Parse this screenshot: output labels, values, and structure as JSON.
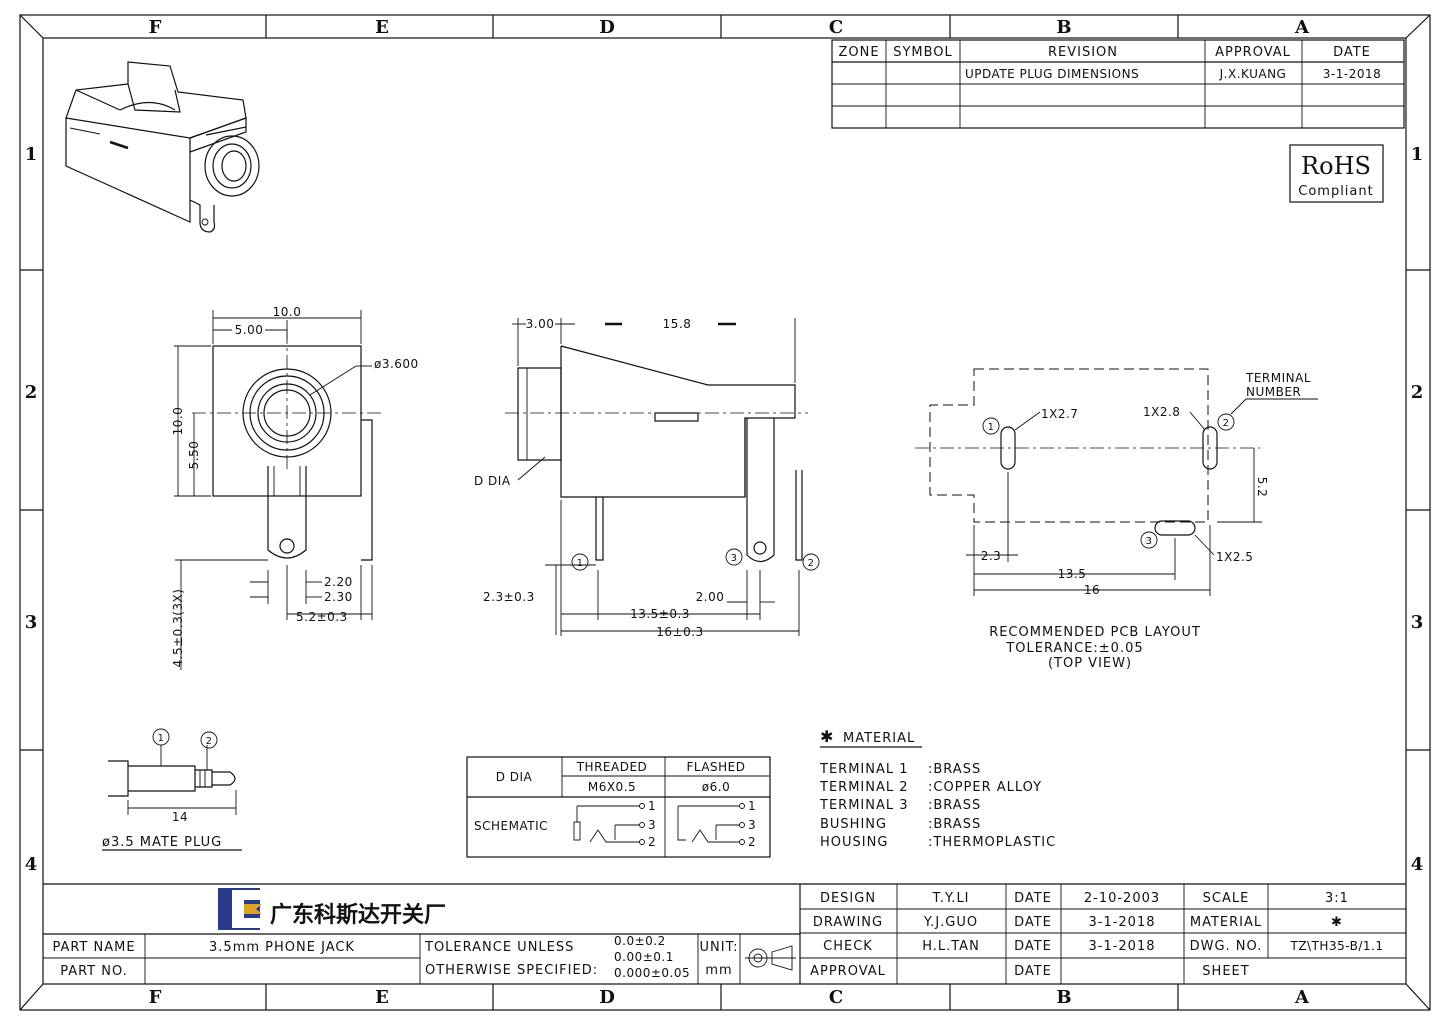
{
  "zones": {
    "columns": [
      "F",
      "E",
      "D",
      "C",
      "B",
      "A"
    ],
    "rows": [
      "1",
      "2",
      "3",
      "4"
    ]
  },
  "revision_table": {
    "headers": [
      "ZONE",
      "SYMBOL",
      "REVISION",
      "APPROVAL",
      "DATE"
    ],
    "rows": [
      {
        "zone": "",
        "symbol": "",
        "revision": "UPDATE PLUG DIMENSIONS",
        "approval": "J.X.KUANG",
        "date": "3-1-2018"
      }
    ]
  },
  "rohs": {
    "title": "RoHS",
    "subtitle": "Compliant"
  },
  "front_view": {
    "dim_width": "10.0",
    "dim_half_width": "5.00",
    "dim_height": "10.0",
    "dim_half_height": "5.50",
    "dim_bore": "ø3.600",
    "dim_pin_w1": "2.20",
    "dim_pin_w2": "2.30",
    "dim_pin_offset": "5.2±0.3",
    "dim_pin_len": "4.5±0.3(3X)"
  },
  "side_view": {
    "dim_nose": "3.00",
    "dim_body": "15.8",
    "label_dia": "D DIA",
    "dim_pin_len": "2.3±0.3",
    "dim_p3": "2.00",
    "dim_p13": "13.5±0.3",
    "dim_total": "16±0.3",
    "pins": [
      "1",
      "3",
      "2"
    ]
  },
  "pcb_layout": {
    "terminal_label_1": "TERMINAL",
    "terminal_label_2": "NUMBER",
    "slot1": "1X2.7",
    "slot2": "1X2.8",
    "slot3": "1X2.5",
    "dim_5_2": "5.2",
    "dim_2_3": "2.3",
    "dim_13_5": "13.5",
    "dim_16": "16",
    "caption_1": "RECOMMENDED PCB LAYOUT",
    "caption_2": "TOLERANCE:±0.05",
    "caption_3": "(TOP VIEW)",
    "pins": [
      "1",
      "2",
      "3"
    ]
  },
  "mate_plug": {
    "label": "ø3.5 MATE PLUG",
    "dim": "14",
    "pins": [
      "1",
      "2"
    ]
  },
  "schematic_table": {
    "col_ddia": "D DIA",
    "col_threaded": "THREADED",
    "col_flashed": "FLASHED",
    "threaded_val": "M6X0.5",
    "flashed_val": "ø6.0",
    "row_label": "SCHEMATIC",
    "terms": [
      "1",
      "3",
      "2"
    ]
  },
  "material": {
    "title": "MATERIAL",
    "star": "✱",
    "items": [
      {
        "part": "TERMINAL 1",
        "value": ":BRASS"
      },
      {
        "part": "TERMINAL 2",
        "value": ":COPPER ALLOY"
      },
      {
        "part": "TERMINAL 3",
        "value": ":BRASS"
      },
      {
        "part": "BUSHING",
        "value": ":BRASS"
      },
      {
        "part": "HOUSING",
        "value": ":THERMOPLASTIC"
      }
    ]
  },
  "title_block": {
    "company": "广东科斯达开关厂",
    "part_name_label": "PART NAME",
    "part_name": "3.5mm PHONE JACK",
    "part_no_label": "PART NO.",
    "part_no": "",
    "tol_1": "TOLERANCE UNLESS",
    "tol_2": "OTHERWISE SPECIFIED:",
    "tol_v1": "0.0±0.2",
    "tol_v2": "0.00±0.1",
    "tol_v3": "0.000±0.05",
    "unit_label": "UNIT:",
    "unit": "mm",
    "rows": [
      {
        "label": "DESIGN",
        "name": "T.Y.LI",
        "date_label": "DATE",
        "date": "2-10-2003",
        "k": "SCALE",
        "v": "3:1"
      },
      {
        "label": "DRAWING",
        "name": "Y.J.GUO",
        "date_label": "DATE",
        "date": "3-1-2018",
        "k": "MATERIAL",
        "v": "✱"
      },
      {
        "label": "CHECK",
        "name": "H.L.TAN",
        "date_label": "DATE",
        "date": "3-1-2018",
        "k": "DWG. NO.",
        "v": "TZ\\TH35-B/1.1"
      },
      {
        "label": "APPROVAL",
        "name": "",
        "date_label": "DATE",
        "date": "",
        "k": "SHEET",
        "v": ""
      }
    ]
  }
}
